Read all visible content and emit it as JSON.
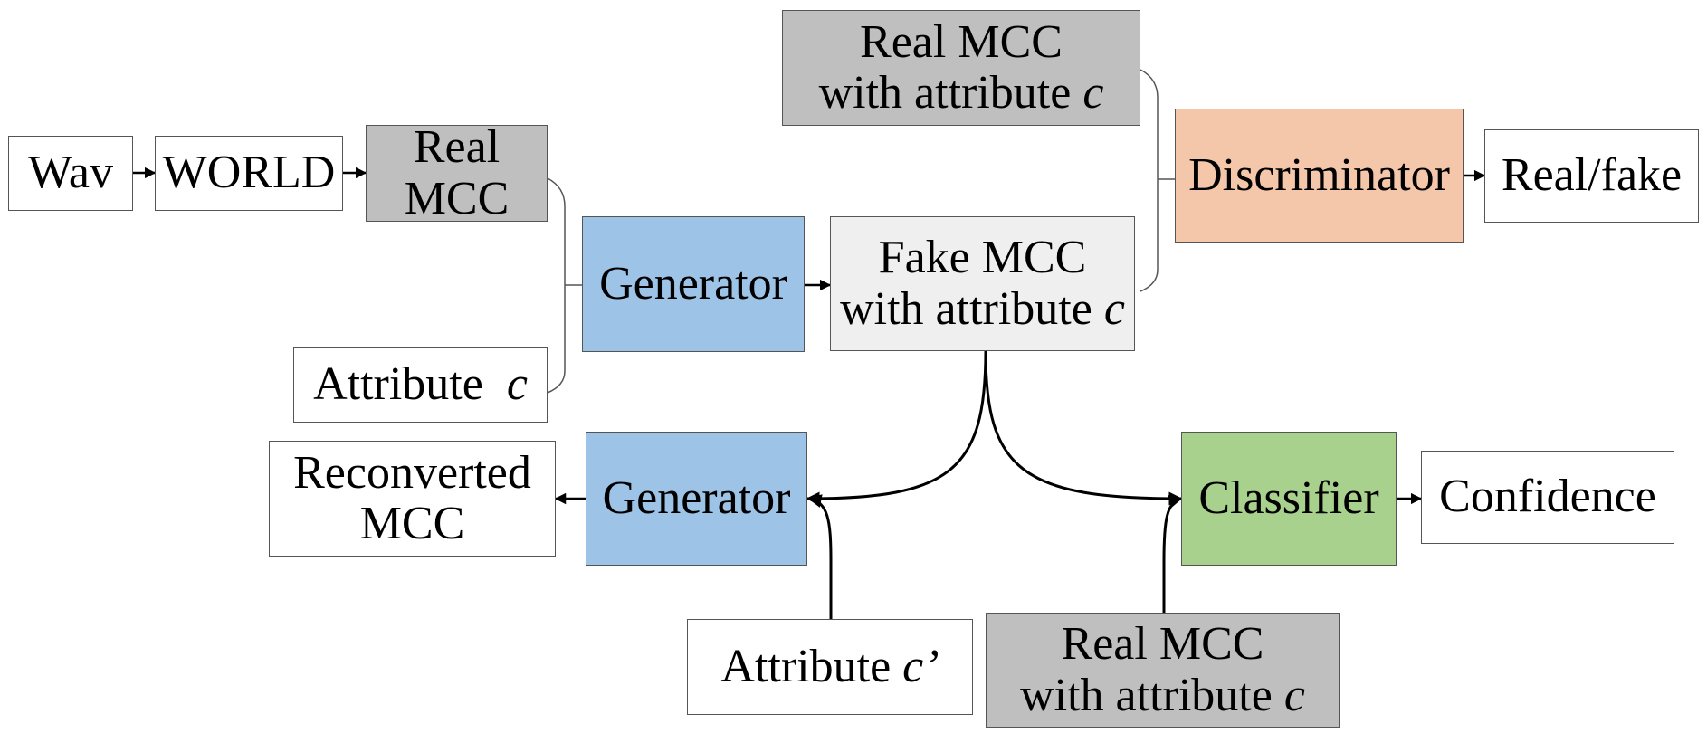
{
  "nodes": {
    "wav": "Wav",
    "world": "WORLD",
    "real_mcc": [
      "Real",
      "MCC"
    ],
    "attribute_c": "Attribute",
    "generator_1": "Generator",
    "fake_mcc": [
      "Fake MCC",
      "with attribute"
    ],
    "real_mcc_top": [
      "Real MCC",
      "with attribute"
    ],
    "discriminator": "Discriminator",
    "real_fake": "Real/fake",
    "generator_2": "Generator",
    "reconverted_mcc": [
      "Reconverted",
      "MCC"
    ],
    "attribute_c_prime": "Attribute",
    "classifier": "Classifier",
    "confidence": "Confidence",
    "real_mcc_bottom": [
      "Real MCC",
      "with attribute"
    ]
  },
  "symbols": {
    "c": "c",
    "c_prime": "c’"
  },
  "colors": {
    "real_mcc": "#bfbfbf",
    "fake_mcc": "#efefef",
    "generator": "#9dc3e6",
    "discriminator": "#f4c7ab",
    "classifier": "#a9d18e",
    "plain": "#ffffff"
  }
}
